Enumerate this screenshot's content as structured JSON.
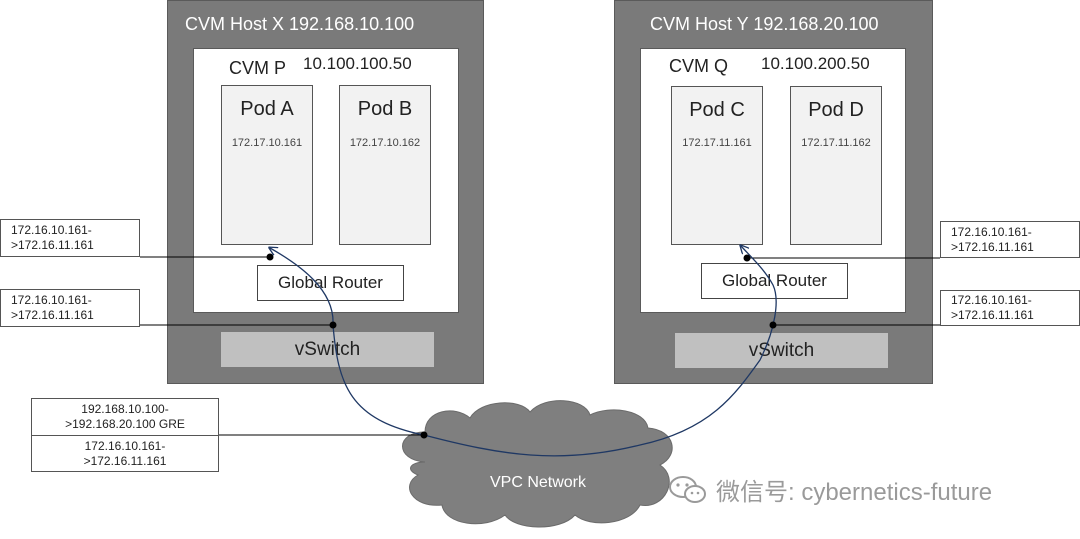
{
  "host_x": {
    "title": "CVM Host X 192.168.10.100",
    "cvm_name": "CVM P",
    "cvm_ip": "10.100.100.50",
    "pods": [
      {
        "name": "Pod A",
        "ip": "172.17.10.161"
      },
      {
        "name": "Pod B",
        "ip": "172.17.10.162"
      }
    ],
    "router": "Global Router",
    "vswitch": "vSwitch"
  },
  "host_y": {
    "title": "CVM Host Y 192.168.20.100",
    "cvm_name": "CVM Q",
    "cvm_ip": "10.100.200.50",
    "pods": [
      {
        "name": "Pod C",
        "ip": "172.17.11.161"
      },
      {
        "name": "Pod D",
        "ip": "172.17.11.162"
      }
    ],
    "router": "Global Router",
    "vswitch": "vSwitch"
  },
  "packets": {
    "left_pod": "172.16.10.161-\n>172.16.11.161",
    "left_host": "172.16.10.161-\n>172.16.11.161",
    "vpc_outer": "192.168.10.100-\n>192.168.20.100  GRE",
    "vpc_inner": "172.16.10.161-\n>172.16.11.161",
    "right_pod": "172.16.10.161-\n>172.16.11.161",
    "right_host": "172.16.10.161-\n>172.16.11.161"
  },
  "network": "VPC Network",
  "watermark": "微信号: cybernetics-future",
  "colors": {
    "host_bg": "#7a7a7a",
    "pod_bg": "#f2f2f2",
    "vswitch_bg": "#c0c0c0",
    "cloud": "#7f7f7f",
    "path_line": "#1f3864"
  }
}
